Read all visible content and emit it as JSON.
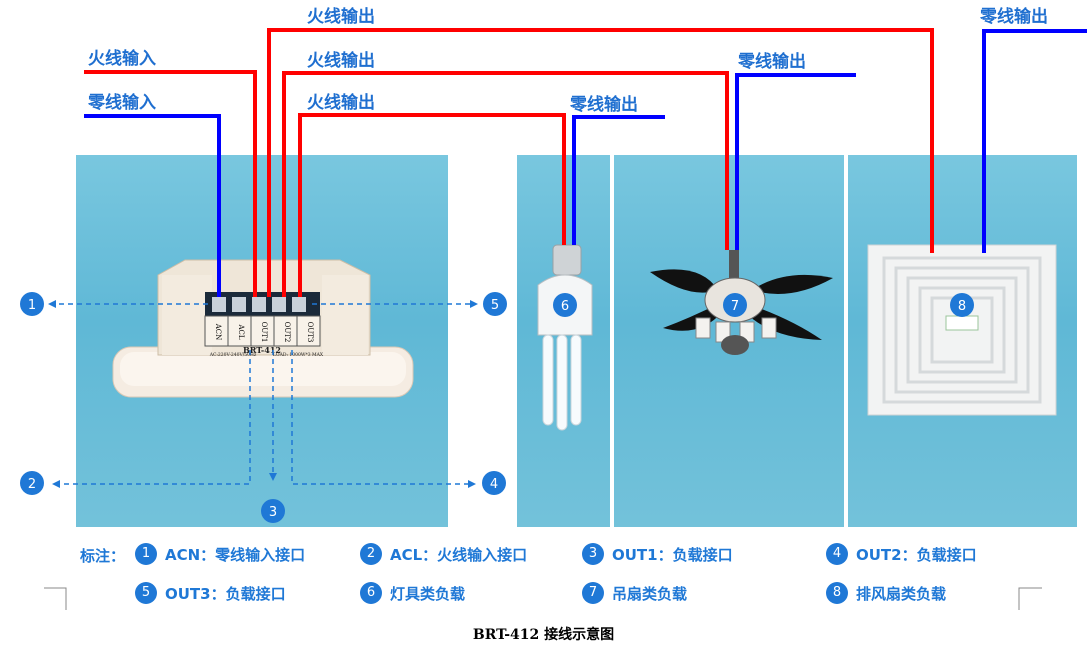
{
  "wire_labels": {
    "live_in": "火线输入",
    "neutral_in": "零线输入",
    "live_out_1": "火线输出",
    "live_out_2": "火线输出",
    "live_out_3": "火线输出",
    "neutral_out_1": "零线输出",
    "neutral_out_2": "零线输出",
    "neutral_out_3": "零线输出"
  },
  "markers": [
    "1",
    "2",
    "3",
    "4",
    "5",
    "6",
    "7",
    "8"
  ],
  "device": {
    "model": "BRT-412",
    "terminals": [
      "ACN",
      "ACL",
      "OUT1",
      "OUT2",
      "OUT3"
    ],
    "spec_left": "AC:220V-240V/50Hz",
    "spec_right": "LOAD: 1000W*3 MAX"
  },
  "legend": {
    "title": "标注：",
    "items": [
      {
        "num": "1",
        "text": "ACN：零线输入接口"
      },
      {
        "num": "2",
        "text": "ACL：火线输入接口"
      },
      {
        "num": "3",
        "text": "OUT1：负载接口"
      },
      {
        "num": "4",
        "text": "OUT2：负载接口"
      },
      {
        "num": "5",
        "text": "OUT3：负载接口"
      },
      {
        "num": "6",
        "text": "灯具类负载"
      },
      {
        "num": "7",
        "text": "吊扇类负载"
      },
      {
        "num": "8",
        "text": "排风扇类负载"
      }
    ]
  },
  "caption": "BRT-412 接线示意图",
  "colors": {
    "live": "#ff0000",
    "neutral": "#0000ff",
    "accent": "#1f78d6"
  }
}
